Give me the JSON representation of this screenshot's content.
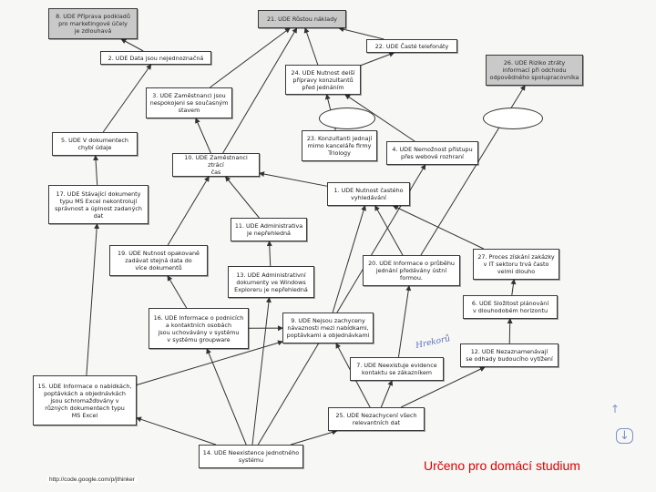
{
  "footer_note": "Určeno pro domácí studium",
  "source_url": "http://code.google.com/p/jthinker",
  "handwritten_note": "Hrekorů",
  "nodes": [
    {
      "id": "n8",
      "text": "8. UDE Příprava podkladů\npro marketingové účely\nje zdlouhavá",
      "gray": true
    },
    {
      "id": "n21",
      "text": "21. UDE Růstou náklady",
      "gray": true
    },
    {
      "id": "n22",
      "text": "22. UDE Časté telefonáty",
      "gray": false
    },
    {
      "id": "n2",
      "text": "2. UDE Data jsou nejednoznačná",
      "gray": false
    },
    {
      "id": "n26",
      "text": "26. UDE Riziko ztráty\ninformací při odchodu\nodpovědného spolupracovníka",
      "gray": true
    },
    {
      "id": "n24",
      "text": "24. UDE Nutnost delší\npřípravy konzultantů\npřed jednáním",
      "gray": false
    },
    {
      "id": "n3",
      "text": "3. UDE Zaměstnanci jsou\nnespokojeni se současným\nstavem",
      "gray": false
    },
    {
      "id": "n5",
      "text": "5. UDE V dokumentech\nchybí údaje",
      "gray": false
    },
    {
      "id": "n23",
      "text": "23. Konzultanti jednají\nmimo kanceláře firmy\nTriology",
      "gray": false
    },
    {
      "id": "n4",
      "text": "4. UDE Nemožnost přístupu\npřes webové rozhraní",
      "gray": false
    },
    {
      "id": "n10",
      "text": "10. UDE Zaměstnanci ztrácí\nčas",
      "gray": false
    },
    {
      "id": "n17",
      "text": "17. UDE Stávající dokumenty\ntypu MS Excel nekontrolují\nsprávnost a úplnost zadaných\ndat",
      "gray": false
    },
    {
      "id": "n1",
      "text": "1. UDE Nutnost častého\nvyhledávání",
      "gray": false
    },
    {
      "id": "n11",
      "text": "11. UDE Administrativa\nje nepřehledná",
      "gray": false
    },
    {
      "id": "n19",
      "text": "19. UDE Nutnost opakovaně\nzadávat stejná data do\nvíce dokumentů",
      "gray": false
    },
    {
      "id": "n27",
      "text": "27. Proces získání zakázky\nv IT sektoru trvá často\nvelmi dlouho",
      "gray": false
    },
    {
      "id": "n20",
      "text": "20. UDE Informace o průběhu\njednání předávány ústní\nformou.",
      "gray": false
    },
    {
      "id": "n13",
      "text": "13. UDE Administrativní\ndokumenty ve Windows\nExploreru je nepřehledná",
      "gray": false
    },
    {
      "id": "n6",
      "text": "6. UDE Složitost plánování\nv dlouhodobém horizontu",
      "gray": false
    },
    {
      "id": "n16",
      "text": "16. UDE Informace o podnicích\na kontaktních osobách\njsou uchovávány v systému\nv systému groupware",
      "gray": false
    },
    {
      "id": "n9",
      "text": "9. UDE Nejsou zachyceny\nnávaznosti mezi nabídkami,\npoptávkami a objednávkami",
      "gray": false
    },
    {
      "id": "n12",
      "text": "12. UDE Nezaznamenávají\nse odhady budoucího vytížení",
      "gray": false
    },
    {
      "id": "n7",
      "text": "7. UDE Neexistuje evidence\nkontaktu se zákazníkem",
      "gray": false
    },
    {
      "id": "n15",
      "text": "15. UDE Informace o nabídkách,\npoptávkách a objednávkách\njsou schromažďovány v\nrůzných dokumentech typu\nMS Excel",
      "gray": false
    },
    {
      "id": "n25",
      "text": "25. UDE Nezachycení všech\nrelevantních dat",
      "gray": false
    },
    {
      "id": "n14",
      "text": "14. UDE Neexistence jednotného\nsystému",
      "gray": false
    }
  ],
  "edges": [
    [
      "n2",
      "n8"
    ],
    [
      "n22",
      "n21"
    ],
    [
      "n24",
      "n21"
    ],
    [
      "n3",
      "n21"
    ],
    [
      "n10",
      "n21"
    ],
    [
      "n24",
      "n22"
    ],
    [
      "n23",
      "n24"
    ],
    [
      "n4",
      "n24"
    ],
    [
      "n10",
      "n3"
    ],
    [
      "n5",
      "n2"
    ],
    [
      "n17",
      "n5"
    ],
    [
      "n1",
      "n10"
    ],
    [
      "n11",
      "n10"
    ],
    [
      "n19",
      "n10"
    ],
    [
      "n14",
      "n4"
    ],
    [
      "n20",
      "n26"
    ],
    [
      "n27",
      "n1"
    ],
    [
      "n13",
      "n11"
    ],
    [
      "n16",
      "n19"
    ],
    [
      "n15",
      "n17"
    ],
    [
      "n20",
      "n1"
    ],
    [
      "n9",
      "n1"
    ],
    [
      "n6",
      "n27"
    ],
    [
      "n12",
      "n6"
    ],
    [
      "n7",
      "n20"
    ],
    [
      "n14",
      "n16"
    ],
    [
      "n14",
      "n15"
    ],
    [
      "n15",
      "n9"
    ],
    [
      "n14",
      "n13"
    ],
    [
      "n25",
      "n9"
    ],
    [
      "n14",
      "n25"
    ],
    [
      "n25",
      "n7"
    ],
    [
      "n25",
      "n12"
    ],
    [
      "n16",
      "n9"
    ]
  ]
}
